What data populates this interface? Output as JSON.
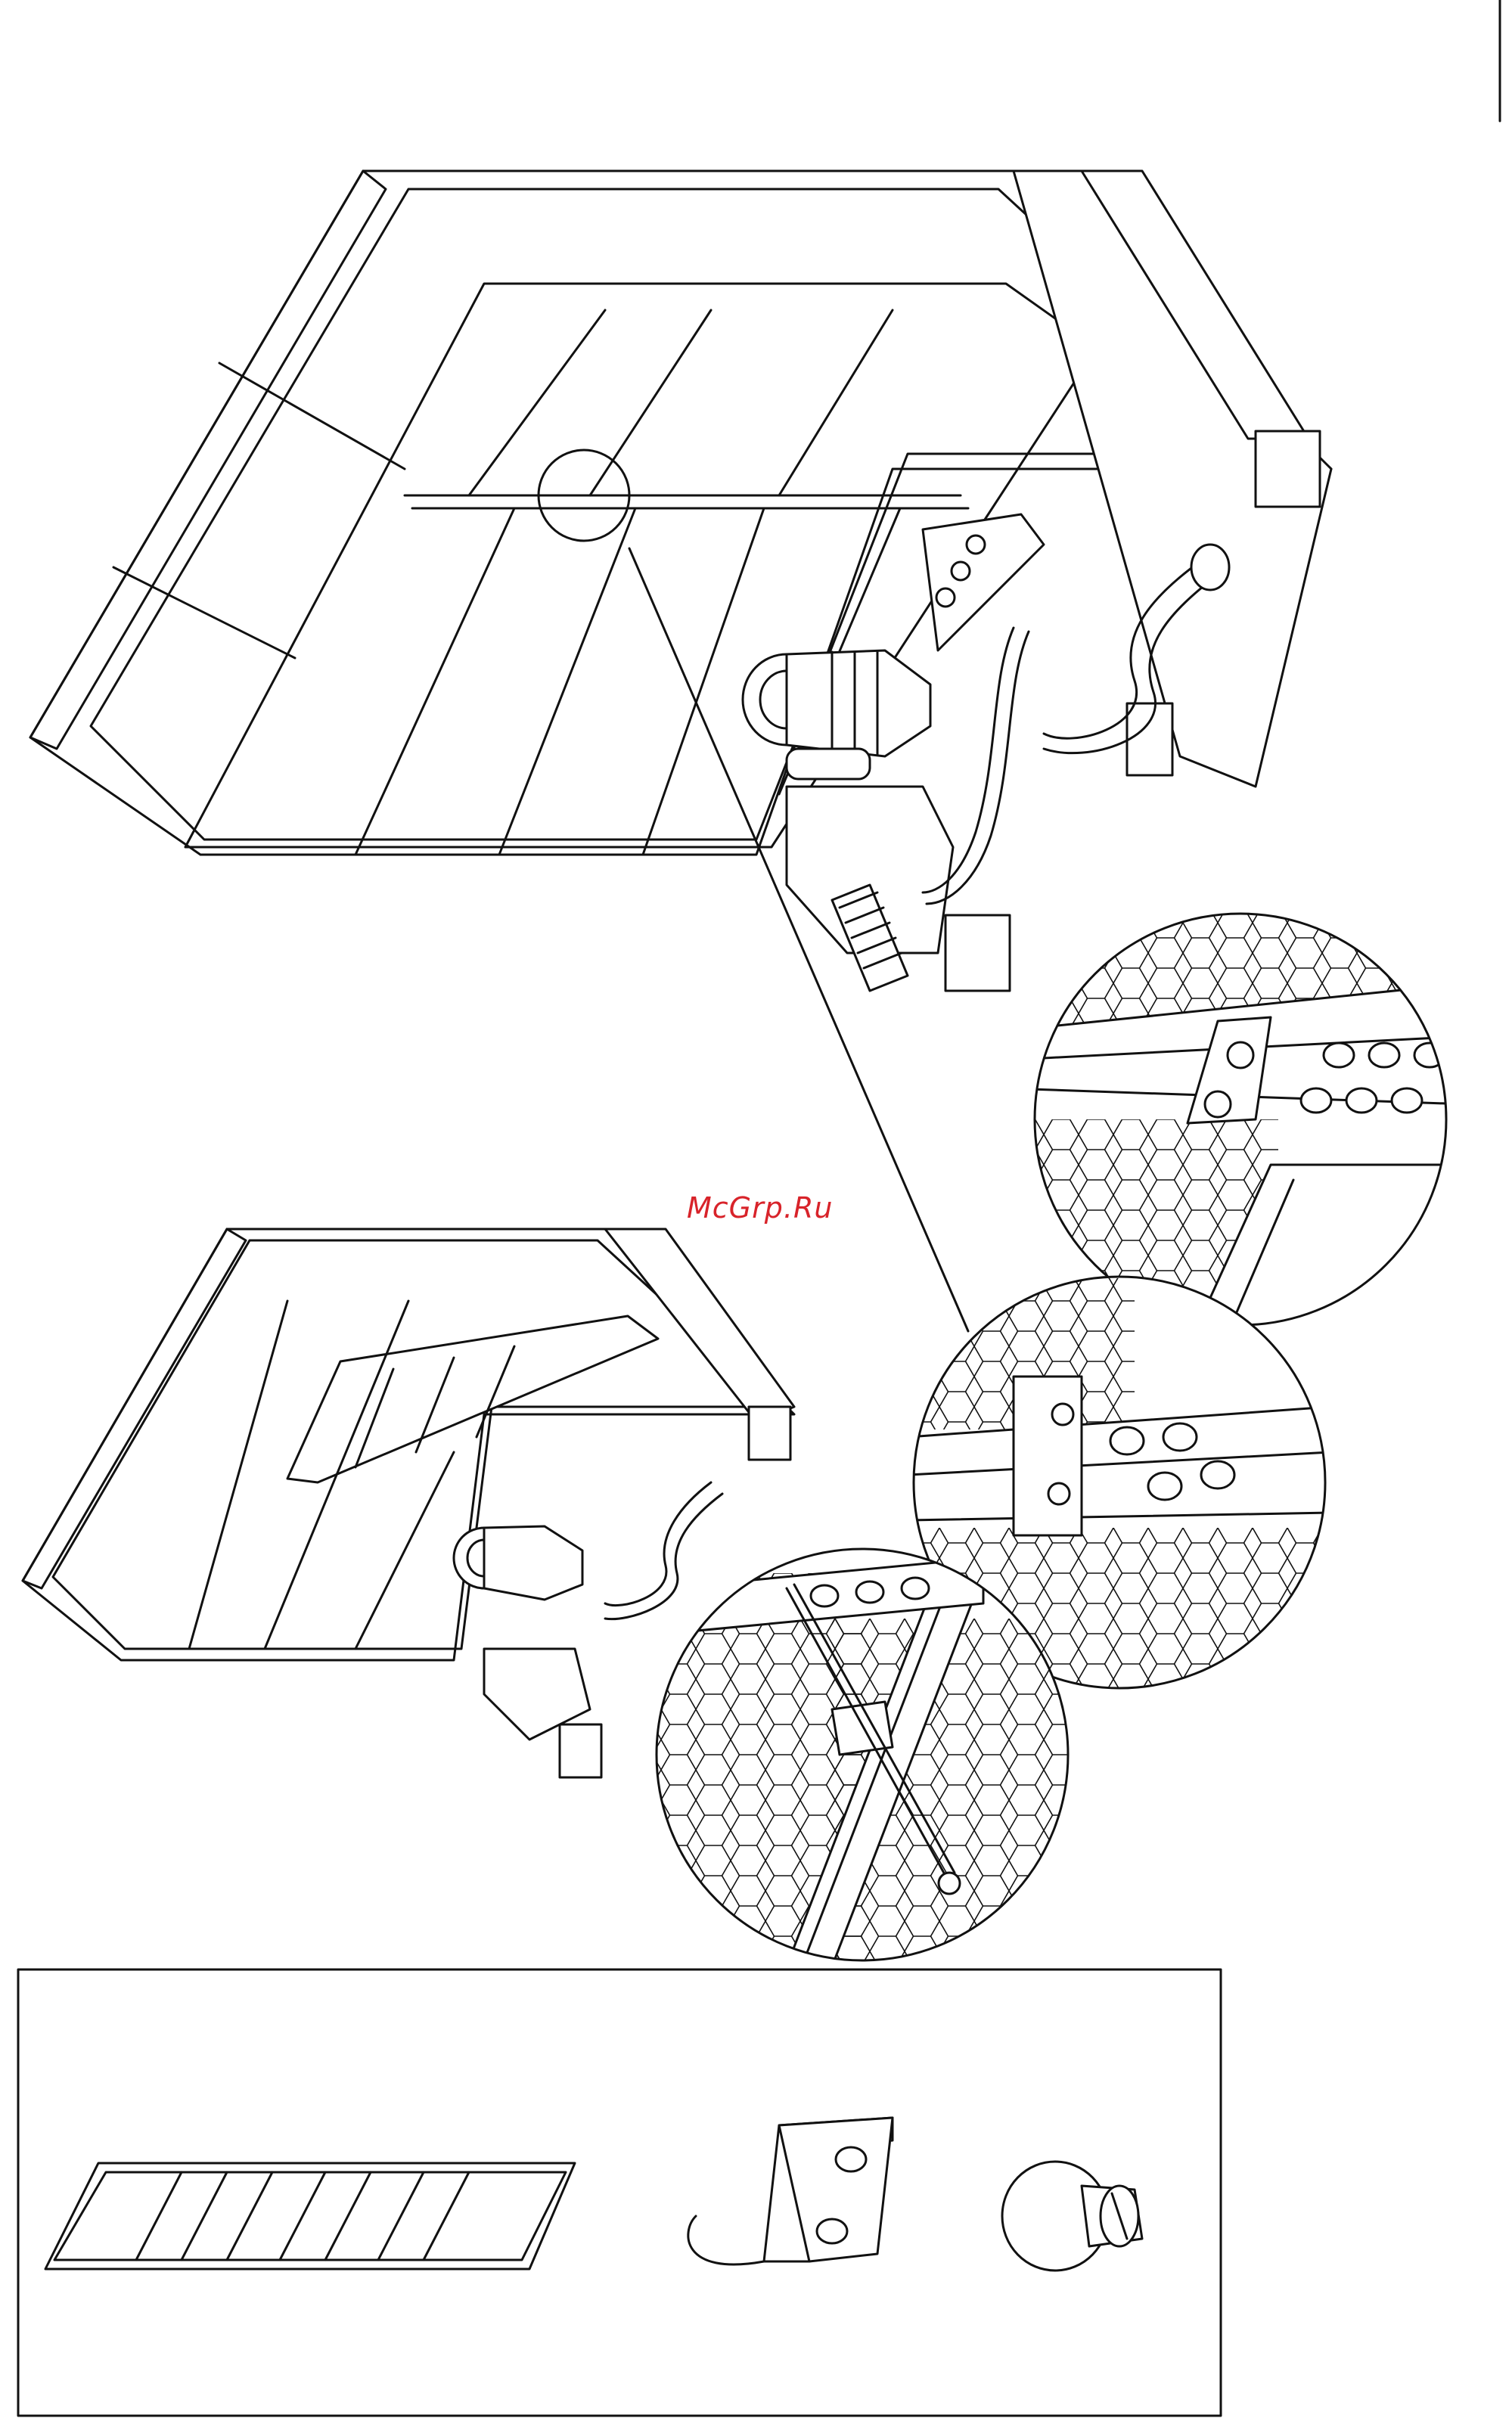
{
  "watermark": {
    "text": "McGrp.Ru",
    "color": "#d8232a"
  },
  "colors": {
    "line": "#111111",
    "background": "#ffffff",
    "hex_mesh": "#111111"
  },
  "parts": [
    "filter-frame",
    "mounting-clip",
    "push-rivet"
  ]
}
